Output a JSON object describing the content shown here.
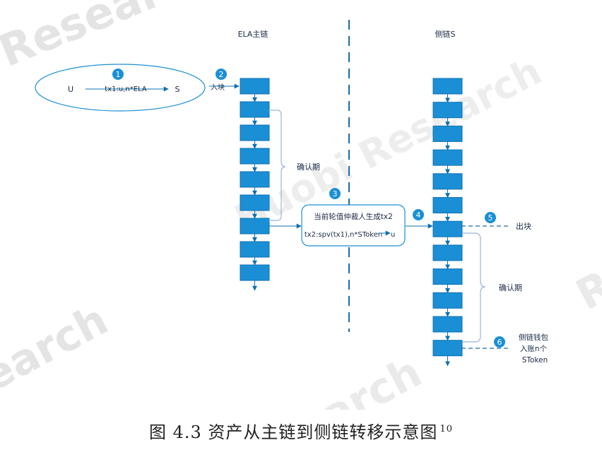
{
  "watermarks": {
    "research": "Research",
    "huobi": "Huobi Research"
  },
  "colors": {
    "block": "#1a8fd6",
    "block_border": "#1171b0",
    "circle": "#1a8fd6",
    "line": "#0f6fb0",
    "bracket": "#9ab4d6"
  },
  "lanes": {
    "main_title": "ELA主链",
    "side_title": "侧链S"
  },
  "step1": {
    "num": "1",
    "from": "U",
    "tx": "tx1:u,n*ELA",
    "to": "S"
  },
  "step2": {
    "num": "2",
    "label": "入块"
  },
  "main_chain": {
    "confirm_label": "确认期"
  },
  "step3": {
    "num": "3",
    "line1": "当前轮值仲裁人生成tx2",
    "line2": "tx2:spv(tx1),n*SToken",
    "line2_to": "u"
  },
  "step4": {
    "num": "4"
  },
  "step5": {
    "num": "5",
    "label": "出块"
  },
  "side_chain": {
    "confirm_label": "确认期"
  },
  "step6": {
    "num": "6",
    "line1": "侧链钱包",
    "line2": "入账n个",
    "line3": "SToken"
  },
  "caption": {
    "text": "图 4.3 资产从主链到侧链转移示意图",
    "sup": "10"
  }
}
